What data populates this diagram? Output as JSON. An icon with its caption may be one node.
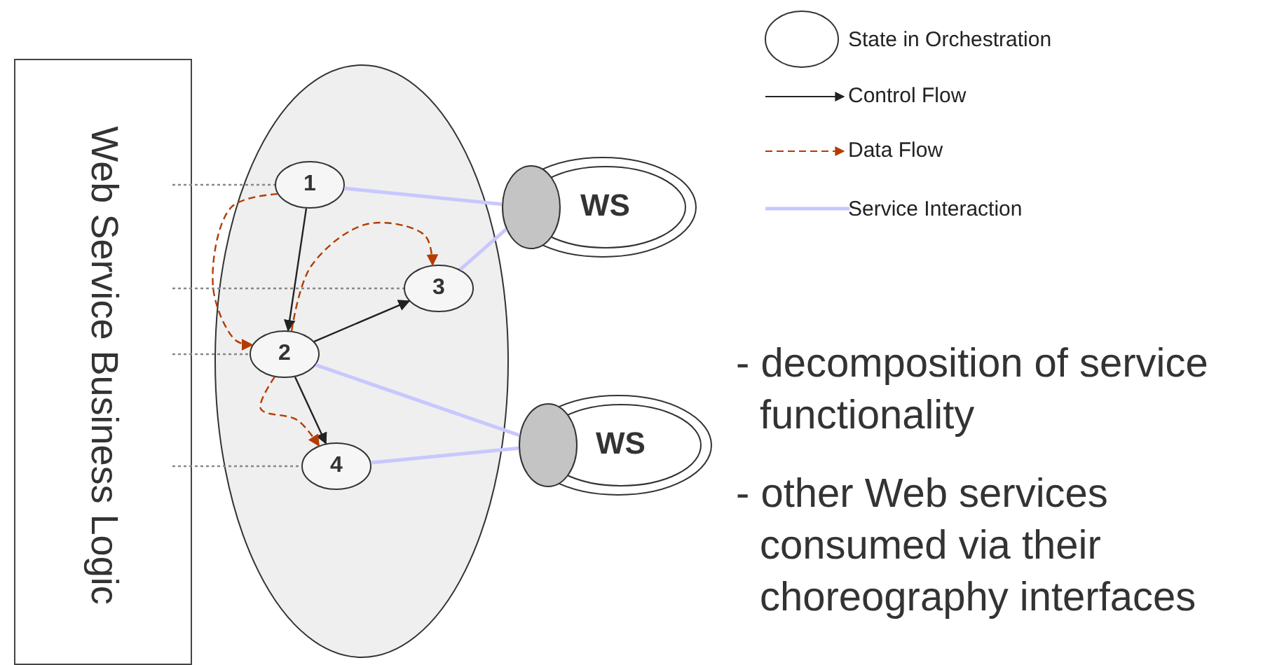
{
  "diagram": {
    "nodes": [
      {
        "text": [
          "Web Service Business Logic"
        ]
      },
      {
        "text": [],
        "shape": "ellipse"
      },
      {
        "text": [
          "1"
        ],
        "in": 1
      },
      {
        "text": [
          "2"
        ],
        "in": 1
      },
      {
        "text": [
          "3"
        ],
        "in": 1
      },
      {
        "text": [
          "4"
        ],
        "in": 1
      },
      {
        "text": [],
        "shape": "ellipse"
      },
      {
        "text": [
          "WS"
        ]
      },
      {
        "text": [],
        "shape": "ellipse"
      },
      {
        "text": [
          "WS"
        ]
      }
    ],
    "edges": [
      {
        "from": 2,
        "to": 3,
        "arrow": "to",
        "color": "#222222"
      },
      {
        "from": 3,
        "to": 4,
        "arrow": "to",
        "color": "#222222"
      },
      {
        "from": 3,
        "to": 5,
        "arrow": "to",
        "color": "#222222"
      },
      {
        "from": 2,
        "to": 3,
        "arrow": "to",
        "style": "dashed",
        "color": "#b33c00"
      },
      {
        "from": 3,
        "to": 4,
        "arrow": "to",
        "style": "dashed",
        "color": "#b33c00"
      },
      {
        "from": 3,
        "to": 5,
        "arrow": "to",
        "style": "dashed",
        "color": "#b33c00"
      },
      {
        "from": 2,
        "to": 6,
        "arrow": "none",
        "color": "#c8c8ff"
      },
      {
        "from": 4,
        "to": 6,
        "arrow": "none",
        "color": "#c8c8ff"
      },
      {
        "from": 3,
        "to": 8,
        "arrow": "none",
        "color": "#c8c8ff"
      },
      {
        "from": 5,
        "to": 8,
        "arrow": "none",
        "color": "#c8c8ff"
      },
      {
        "from": 0,
        "to": 2,
        "arrow": "none",
        "style": "dashed",
        "color": "#888888"
      },
      {
        "from": 0,
        "to": 4,
        "arrow": "none",
        "style": "dashed",
        "color": "#888888"
      },
      {
        "from": 0,
        "to": 3,
        "arrow": "none",
        "style": "dashed",
        "color": "#888888"
      },
      {
        "from": 0,
        "to": 5,
        "arrow": "none",
        "style": "dashed",
        "color": "#888888"
      }
    ],
    "labels": [
      "- decomposition of service functionality",
      "- other Web services consumed via their choreography interfaces"
    ],
    "legend": [
      {
        "text": "State in Orchestration"
      },
      {
        "text": "Control Flow"
      },
      {
        "text": "Data Flow"
      },
      {
        "text": "Service Interaction"
      }
    ]
  }
}
